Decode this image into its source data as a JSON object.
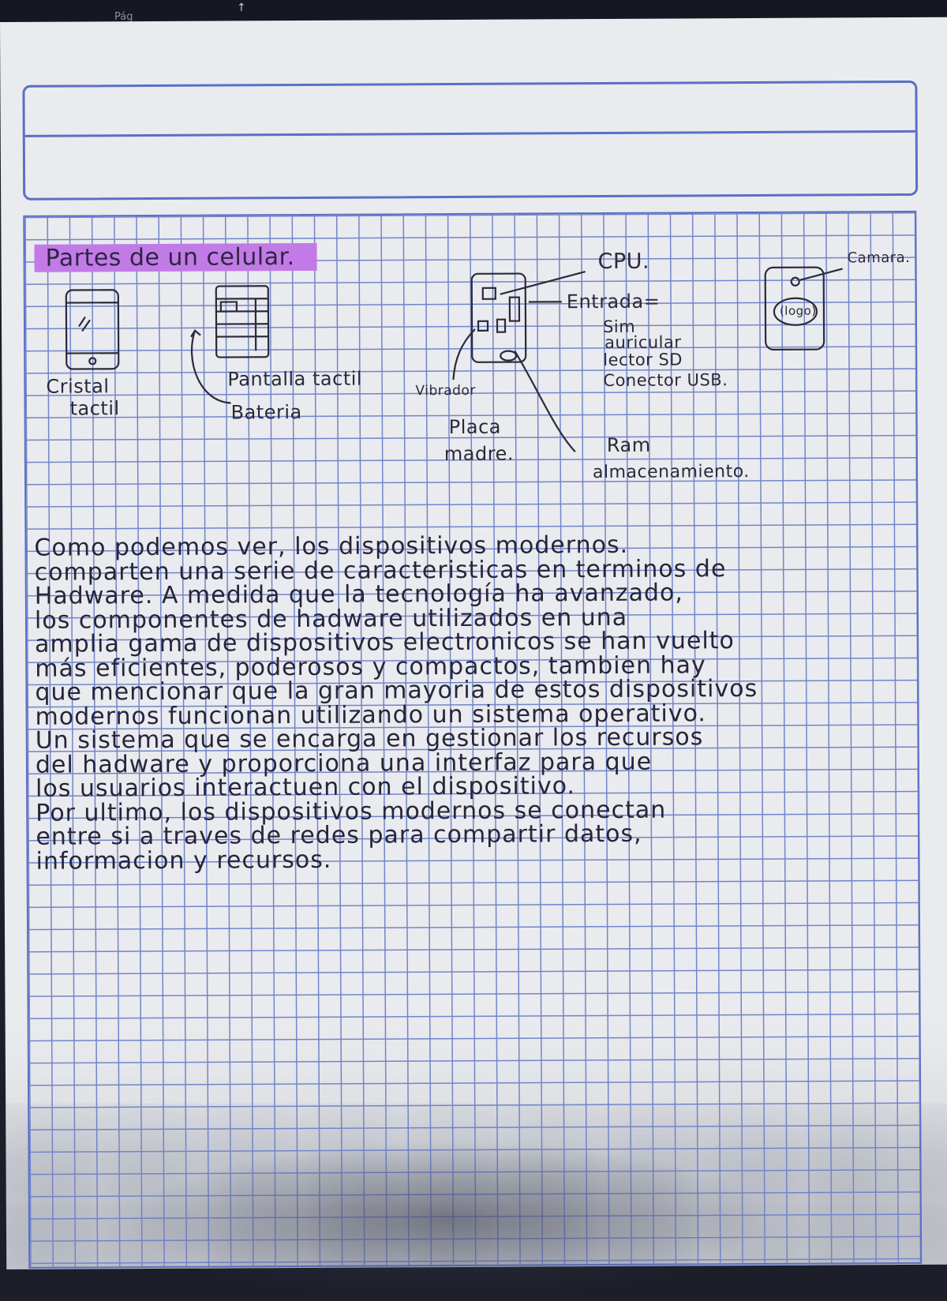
{
  "screen": {
    "tab_label": "Pág"
  },
  "note": {
    "title": "Partes de un celular.",
    "diagram_labels": {
      "crystal": [
        "Cristal",
        "tactil"
      ],
      "screen": "Pantalla tactil",
      "battery": "Bateria",
      "vibrator": "Vibrador",
      "board": [
        "Placa",
        "madre."
      ],
      "cpu": "CPU.",
      "inputs_title": "Entrada=",
      "inputs": [
        "Sim",
        "auricular",
        "lector SD",
        "Conector USB."
      ],
      "ram": [
        "Ram",
        "almacenamiento."
      ],
      "camera": "Camara.",
      "logo": "(logo)"
    },
    "paragraph_lines": [
      "Como podemos ver, los dispositivos modernos.",
      "comparten una serie de caracteristicas en terminos de",
      "Hadware. A medida que la tecnología ha avanzado,",
      "los componentes de hadware utilizados en una",
      "amplia gama de dispositivos electronicos se han vuelto",
      "más eficientes, poderosos y compactos, tambien hay",
      "que mencionar que la gran mayoria de estos dispositivos",
      "modernos funcionan utilizando un sistema operativo.",
      "Un sistema que se encarga en gestionar los recursos",
      "del hadware y proporciona una interfaz para que",
      "los usuarios interactuen con el dispositivo.",
      "Por ultimo, los dispositivos modernos se conectan",
      "entre si a traves de redes para compartir datos,",
      "informacion y recursos."
    ]
  },
  "colors": {
    "grid": "#7383c9",
    "ink": "#2b2a3a",
    "highlight": "#c27be6"
  }
}
